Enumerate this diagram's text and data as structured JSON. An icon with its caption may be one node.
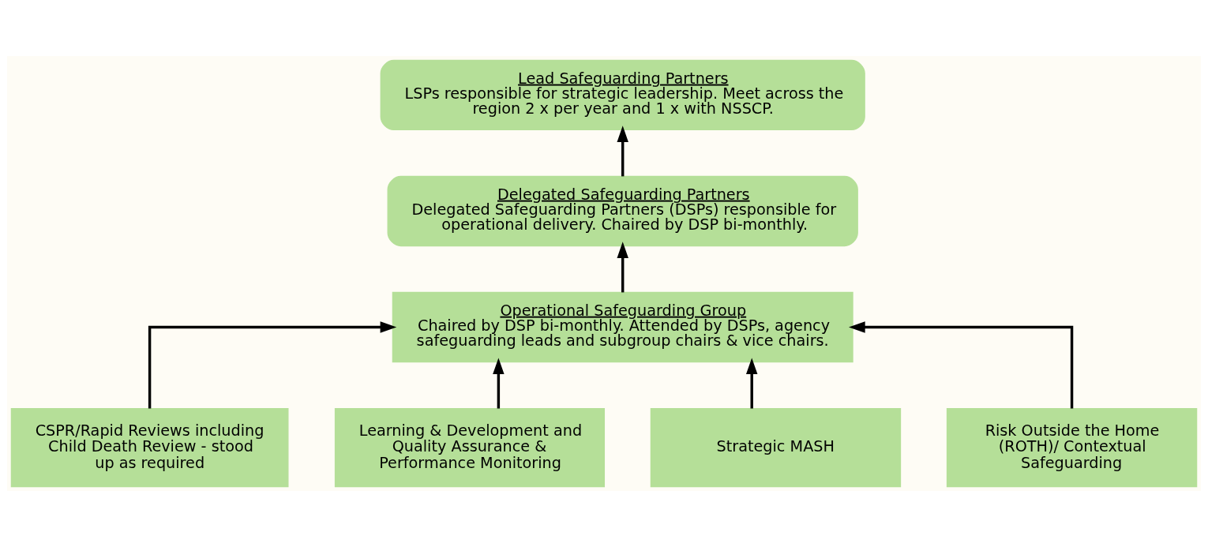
{
  "diagram": {
    "nodes": [
      {
        "text": [
          "Lead Safeguarding Partners",
          "LSPs responsible for strategic leadership. Meet across the region 2 x per year and 1 x with NSSCP."
        ]
      },
      {
        "text": [
          "Delegated Safeguarding Partners",
          "Delegated Safeguarding Partners (DSPs) responsible for operational delivery. Chaired by DSP bi-monthly."
        ]
      },
      {
        "text": [
          "Operational Safeguarding Group",
          "Chaired by DSP bi-monthly. Attended by DSPs, agency safeguarding leads and subgroup chairs & vice chairs."
        ]
      },
      {
        "text": [
          "CSPR/Rapid Reviews including Child Death Review - stood up as required"
        ]
      },
      {
        "text": [
          "Learning & Development and Quality Assurance & Performance Monitoring"
        ]
      },
      {
        "text": [
          "Strategic MASH"
        ]
      },
      {
        "text": [
          "Risk Outside the Home (ROTH)/ Contextual Safeguarding"
        ]
      }
    ],
    "edges": [
      {
        "from": 1,
        "to": 0,
        "arrow": "to"
      },
      {
        "from": 2,
        "to": 1,
        "arrow": "to"
      },
      {
        "from": 3,
        "to": 2,
        "arrow": "to"
      },
      {
        "from": 4,
        "to": 2,
        "arrow": "to"
      },
      {
        "from": 5,
        "to": 2,
        "arrow": "to"
      },
      {
        "from": 6,
        "to": 2,
        "arrow": "to"
      }
    ]
  }
}
